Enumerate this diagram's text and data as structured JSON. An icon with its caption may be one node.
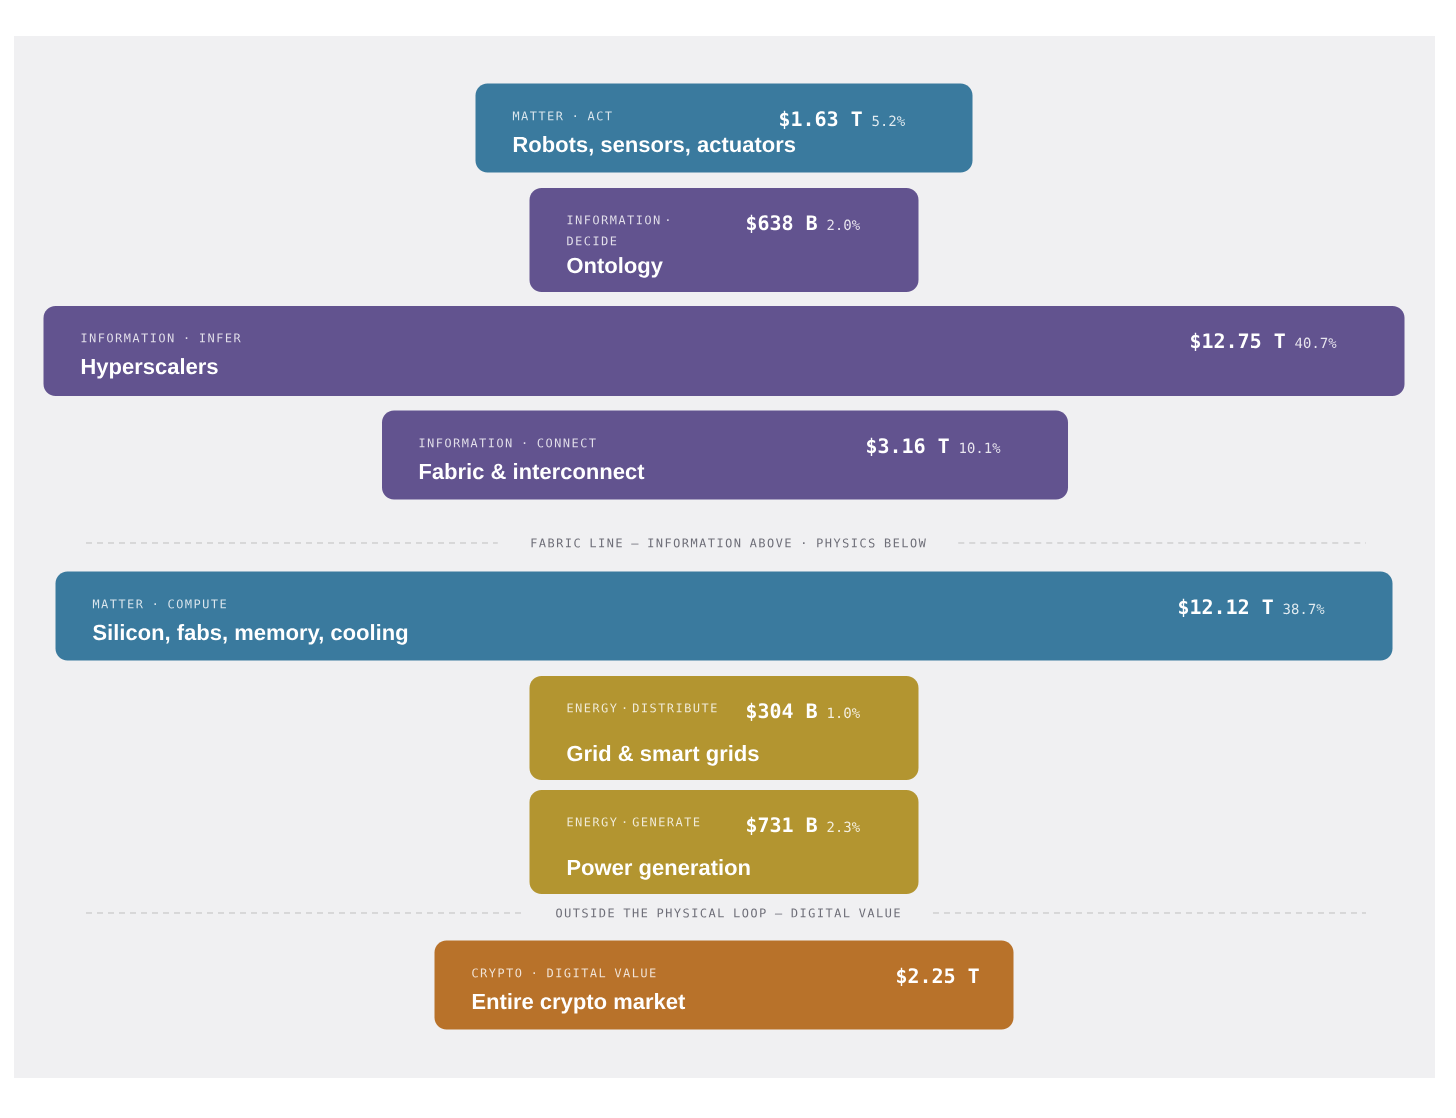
{
  "diagram": {
    "nodes": [
      {
        "text": [
          "MATTER · ACT",
          "Robots, sensors, actuators",
          "$1.63 T",
          "5.2%"
        ]
      },
      {
        "text": [
          "INFORMATION · DECIDE",
          "Ontology",
          "$638 B",
          "2.0%"
        ]
      },
      {
        "text": [
          "INFORMATION · INFER",
          "Hyperscalers",
          "$12.75 T",
          "40.7%"
        ]
      },
      {
        "text": [
          "INFORMATION · CONNECT",
          "Fabric & interconnect",
          "$3.16 T",
          "10.1%"
        ]
      },
      {
        "text": [
          "MATTER · COMPUTE",
          "Silicon, fabs, memory, cooling",
          "$12.12 T",
          "38.7%"
        ]
      },
      {
        "text": [
          "ENERGY · DISTRIBUTE",
          "Grid & smart grids",
          "$304 B",
          "1.0%"
        ]
      },
      {
        "text": [
          "ENERGY · GENERATE",
          "Power generation",
          "$731 B",
          "2.3%"
        ]
      },
      {
        "text": [
          "CRYPTO · DIGITAL VALUE",
          "Entire crypto market",
          "$2.25 T"
        ]
      }
    ],
    "labels": [
      "FABRIC LINE — INFORMATION ABOVE · PHYSICS BELOW",
      "OUTSIDE THE PHYSICAL LOOP — DIGITAL VALUE"
    ]
  }
}
